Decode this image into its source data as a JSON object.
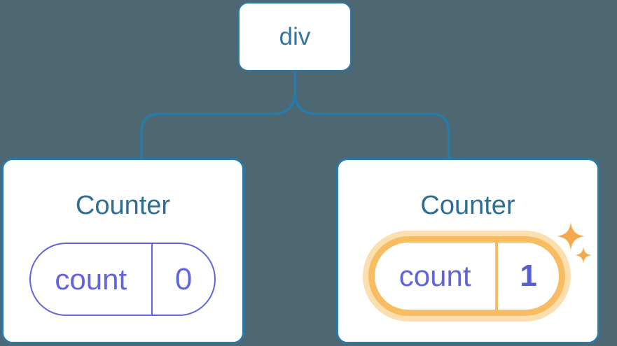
{
  "diagram": {
    "description": "React component tree diagram: a div root with two Counter children holding independent count state",
    "root": {
      "label": "div"
    },
    "children": [
      {
        "title": "Counter",
        "state": {
          "key": "count",
          "value": "0"
        },
        "highlighted": false
      },
      {
        "title": "Counter",
        "state": {
          "key": "count",
          "value": "1"
        },
        "highlighted": true,
        "badge": "sparkles-icon"
      }
    ]
  },
  "colors": {
    "bg": "#4d6872",
    "card-bg": "#ffffff",
    "line-blue": "#2a7aa9",
    "div-text": "#2e77a3",
    "title-blue": "#2d6e91",
    "purple": "#6065dd",
    "purple-bold": "#575fd0",
    "orange": "#f8bd62",
    "orange-halo": "#fcdfae",
    "sparkle": "#f5a94b"
  }
}
